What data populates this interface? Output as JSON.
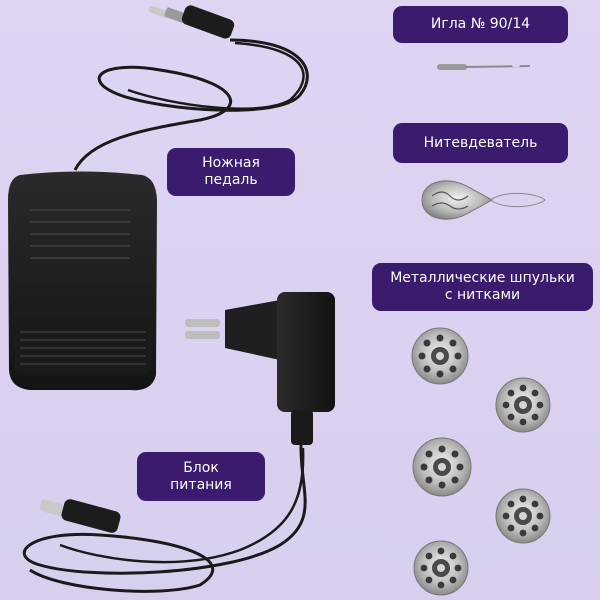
{
  "labels": {
    "needle": "Игла № 90/14",
    "threader": "Нитевдеватель",
    "bobbins": "Металлические шпульки\nс нитками",
    "pedal": "Ножная\nпедаль",
    "power": "Блок\nпитания"
  },
  "colors": {
    "background": "#dcd3f1",
    "label_bg": "#3a1b6e",
    "label_text": "#ffffff",
    "device": "#1a1a1a"
  }
}
